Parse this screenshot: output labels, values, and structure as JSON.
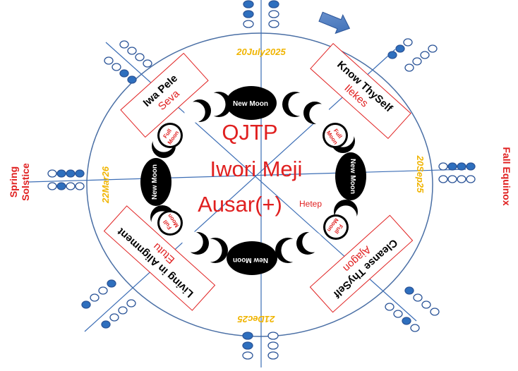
{
  "center": {
    "line1": "QJTP",
    "line2": "Iwori Meji",
    "line3": "Ausar(+)",
    "hetep": "Hetep"
  },
  "dates": {
    "top": "20July2025",
    "right": "20Sep25",
    "bottom": "21Dec25",
    "left": "22Mar26"
  },
  "seasons": {
    "spring_line1": "Spring",
    "spring_line2": "Solstice",
    "fall": "Fall Equinox"
  },
  "boxes": {
    "top_left": {
      "title": "Iwa Pele",
      "sub": "Seva"
    },
    "top_right": {
      "title": "Know ThySelf",
      "sub": "Ilekes"
    },
    "bottom_left": {
      "title": "Living in Alignment",
      "sub": "Etutu"
    },
    "bottom_right": {
      "title": "Cleanse ThySelf",
      "sub": "Ajagon"
    }
  },
  "moons": {
    "new_moon": "New Moon",
    "full_moon_line1": "Full",
    "full_moon_line2": "Moon"
  },
  "colors": {
    "axis": "#3b6db5",
    "ring": "#4a6fa5",
    "red": "#e02020",
    "gold": "#f0b400",
    "odu_fill": "#2e6fbe"
  },
  "icons": {
    "arrow": "arrow-right-icon"
  }
}
